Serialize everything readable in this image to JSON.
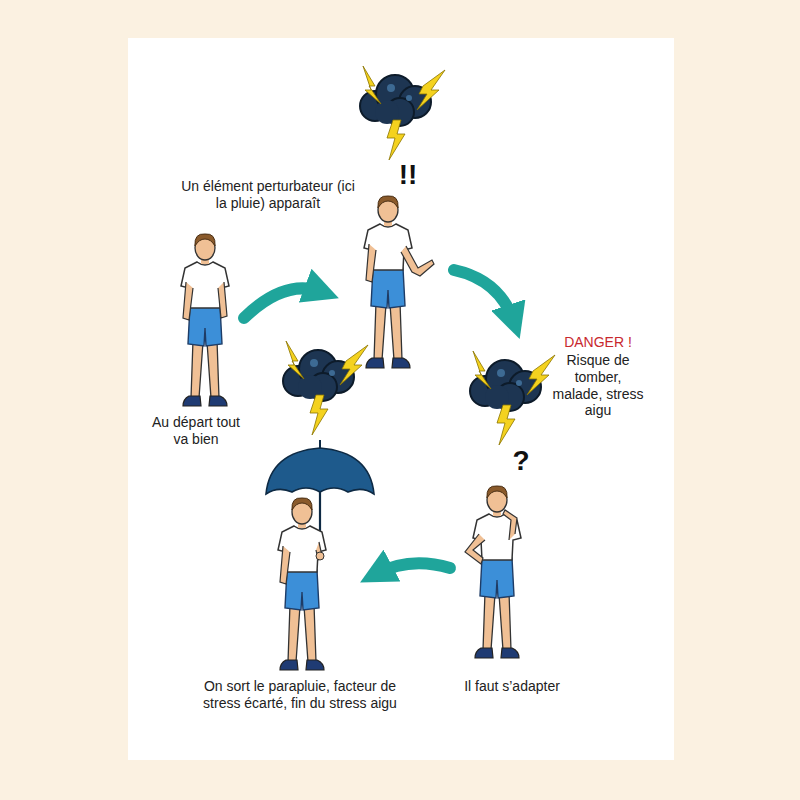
{
  "diagram": {
    "labels": [
      "Un élément perturbateur (ici la pluie) apparaît",
      "!!",
      "Au départ tout va bien",
      "DANGER !",
      "Risque de tomber, malade, stress aigu",
      "?",
      "Il faut s’adapter",
      "On sort le parapluie, facteur de stress écarté, fin du stress aigu"
    ]
  }
}
